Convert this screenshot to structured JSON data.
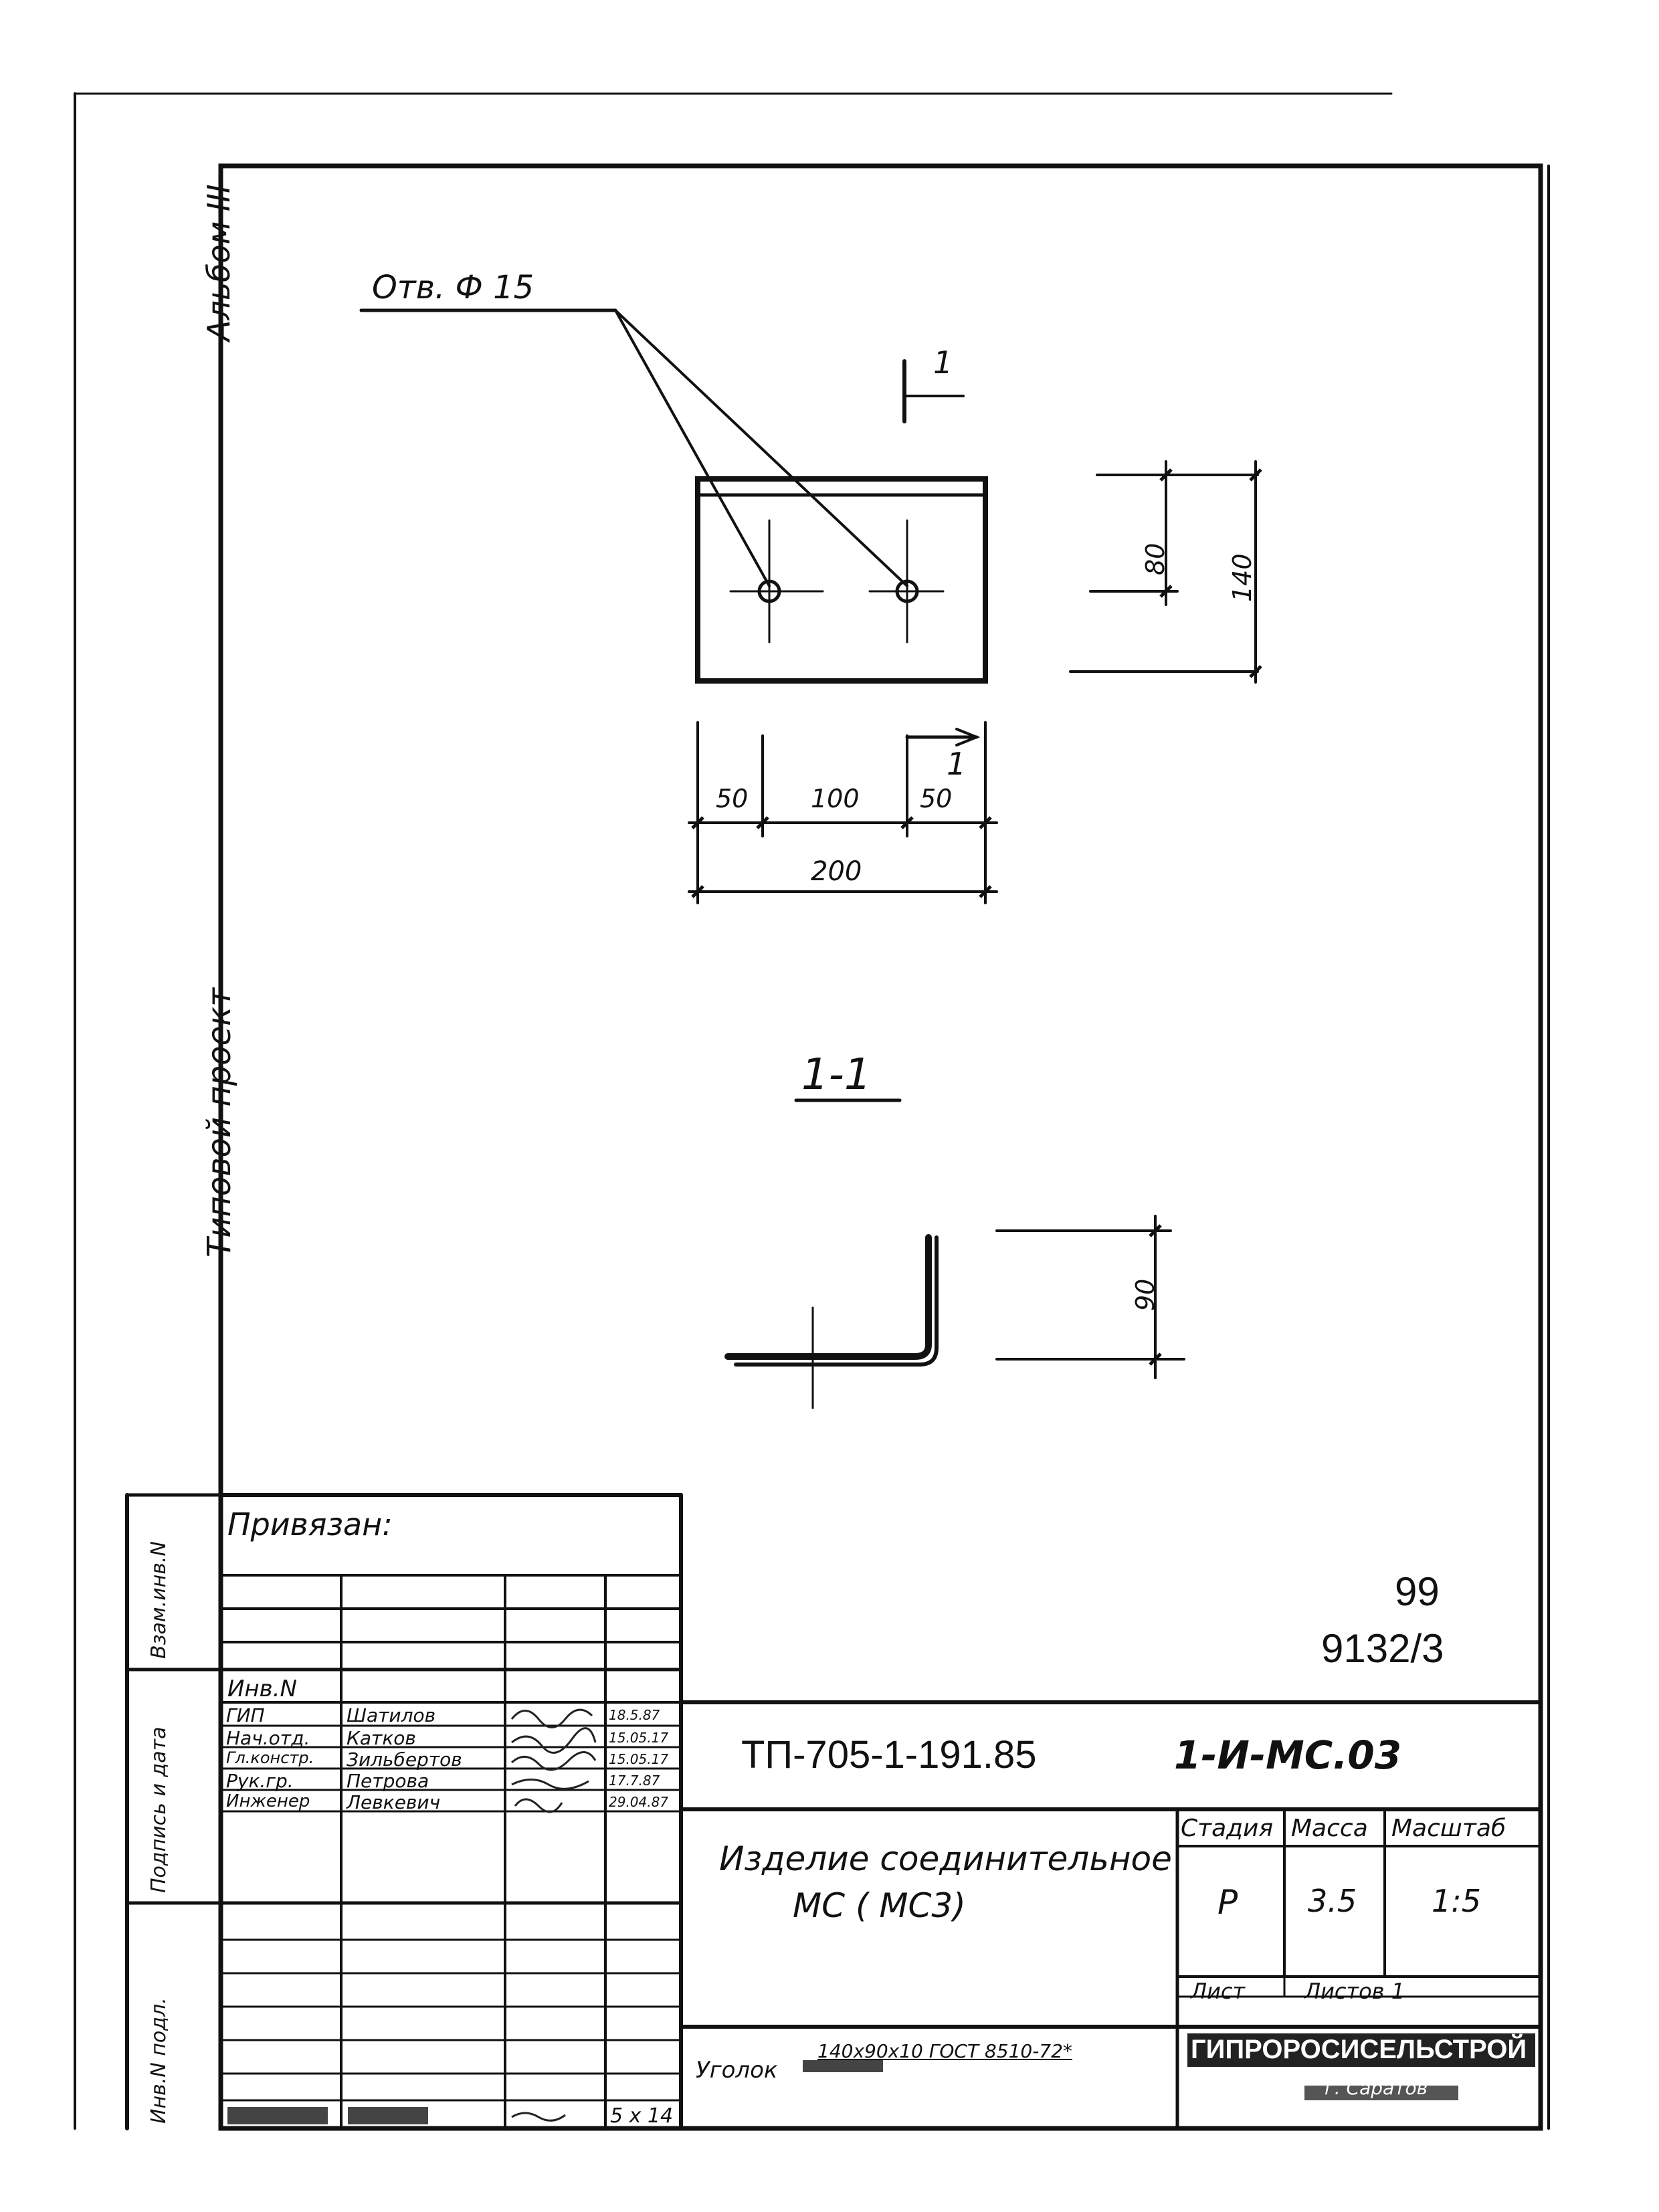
{
  "side_labels": {
    "album": "Альбом III",
    "project": "Типовой проект",
    "vzam_inv": "Взам.инв.N",
    "podpis_data": "Подпись и дата",
    "inv_podl": "Инв.N подл."
  },
  "drawing": {
    "hole_callout": "Отв. Ф 15",
    "section_mark": "1",
    "section_mark_bottom": "1",
    "dim_80": "80",
    "dim_140": "140",
    "dim_50_left": "50",
    "dim_100": "100",
    "dim_50_right": "50",
    "dim_200": "200",
    "section_title": "1-1",
    "dim_90": "90"
  },
  "sheet": {
    "number": "99",
    "code": "9132/3"
  },
  "title_block": {
    "privyazan": "Привязан:",
    "inv_label": "Инв.N",
    "roles": [
      {
        "role": "ГИП",
        "name": "Шатилов",
        "sign": "",
        "date": "18.5.87"
      },
      {
        "role": "Нач.отд.",
        "name": "Катков",
        "sign": "",
        "date": "15.05.17"
      },
      {
        "role": "Гл.констр.",
        "name": "Зильбертов",
        "sign": "",
        "date": "15.05.17"
      },
      {
        "role": "Рук.гр.",
        "name": "Петрова",
        "sign": "",
        "date": "17.7.87"
      },
      {
        "role": "Инженер",
        "name": "Левкевич",
        "sign": "",
        "date": "29.04.87"
      }
    ],
    "bottom_row": {
      "c1": "",
      "c2": "",
      "c3": "",
      "c4": "5 x 14"
    },
    "project_code": "ТП-705-1-191.85",
    "doc_code": "1-И-МС.03",
    "title_line1": "Изделие соединительное",
    "title_line2": "МС ( МС3)",
    "stage_label": "Стадия",
    "mass_label": "Масса",
    "scale_label": "Масштаб",
    "stage_value": "Р",
    "mass_value": "3.5",
    "scale_value": "1:5",
    "sheet_label": "Лист",
    "sheets_label": "Листов 1",
    "material_label": "Уголок",
    "material_line1": "140x90x10 ГОСТ 8510-72*",
    "material_line2": "",
    "org_name": "ГИПРОРОСИСЕЛЬСТРОЙ",
    "org_city": "г. Саратов"
  }
}
